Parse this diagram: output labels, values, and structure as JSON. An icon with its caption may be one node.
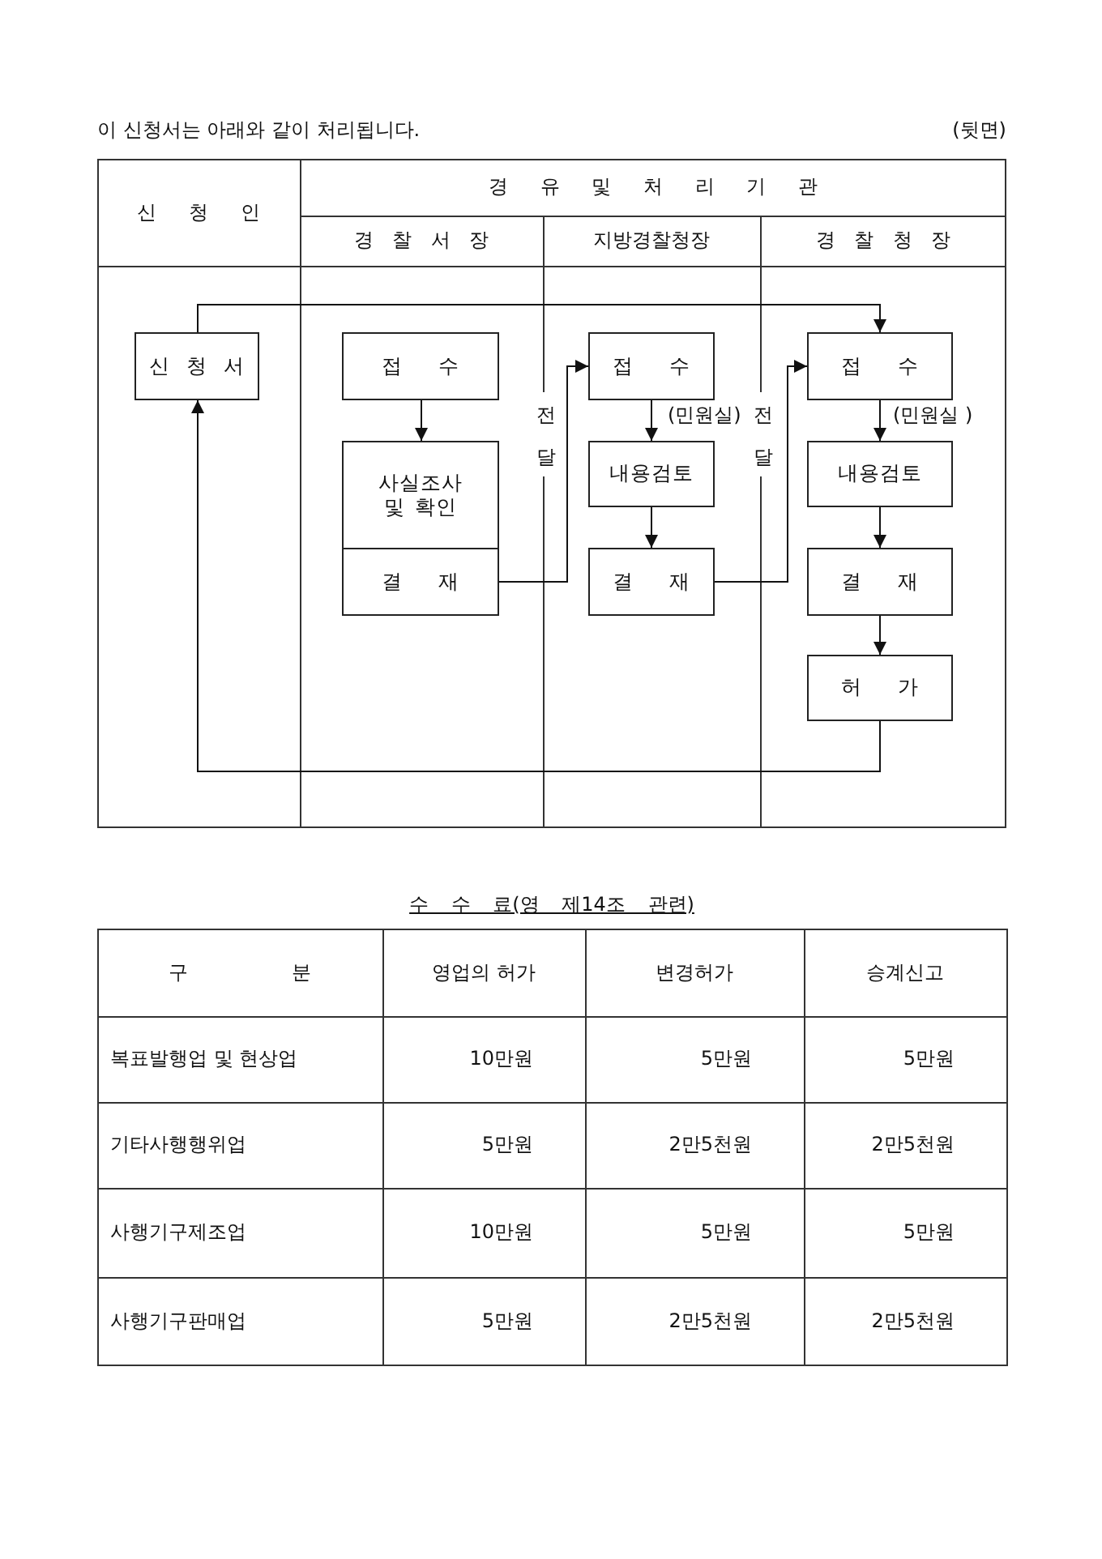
{
  "diagram": {
    "nodes": [
      {
        "text": [
          "신 청 서"
        ]
      },
      {
        "text": [
          "접 수"
        ]
      },
      {
        "text": [
          "사실조사 및 확인"
        ]
      },
      {
        "text": [
          "결 재"
        ]
      },
      {
        "text": [
          "접 수"
        ],
        "beside": [
          "(민원실)"
        ]
      },
      {
        "text": [
          "내용검토"
        ]
      },
      {
        "text": [
          "결 재"
        ]
      },
      {
        "text": [
          "접 수"
        ],
        "beside": [
          "(민원실 )"
        ]
      },
      {
        "text": [
          "내용검토"
        ]
      },
      {
        "text": [
          "결 재"
        ]
      },
      {
        "text": [
          "허 가"
        ]
      }
    ],
    "edges": [
      {
        "from": 0,
        "to": 7,
        "arrow": "to"
      },
      {
        "from": 1,
        "to": 2,
        "arrow": "to"
      },
      {
        "from": 3,
        "to": 4,
        "arrow": "to",
        "label": "전달"
      },
      {
        "from": 4,
        "to": 5,
        "arrow": "to"
      },
      {
        "from": 5,
        "to": 6,
        "arrow": "to"
      },
      {
        "from": 6,
        "to": 7,
        "arrow": "to",
        "label": "전달"
      },
      {
        "from": 7,
        "to": 8,
        "arrow": "to"
      },
      {
        "from": 8,
        "to": 9,
        "arrow": "to"
      },
      {
        "from": 9,
        "to": 10,
        "arrow": "to"
      },
      {
        "from": 10,
        "to": 0,
        "arrow": "to"
      }
    ],
    "labels": [
      "이 신청서는 아래와 같이 처리됩니다.",
      "(뒷면)",
      "신 청 인",
      "경 유 및 처 리 기 관",
      "경 찰 서 장",
      "지방경찰청장",
      "경 찰 청 장",
      "수 수 료(영 제14조 관련)",
      "구 분",
      "영업의 허가",
      "변경허가",
      "승계신고",
      "복표발행업 및 현상업",
      "10만원",
      "5만원",
      "5만원",
      "기타사행행위업",
      "5만원",
      "2만5천원",
      "2만5천원",
      "사행기구제조업",
      "10만원",
      "5만원",
      "5만원",
      "사행기구판매업",
      "5만원",
      "2만5천원",
      "2만5천원"
    ]
  }
}
